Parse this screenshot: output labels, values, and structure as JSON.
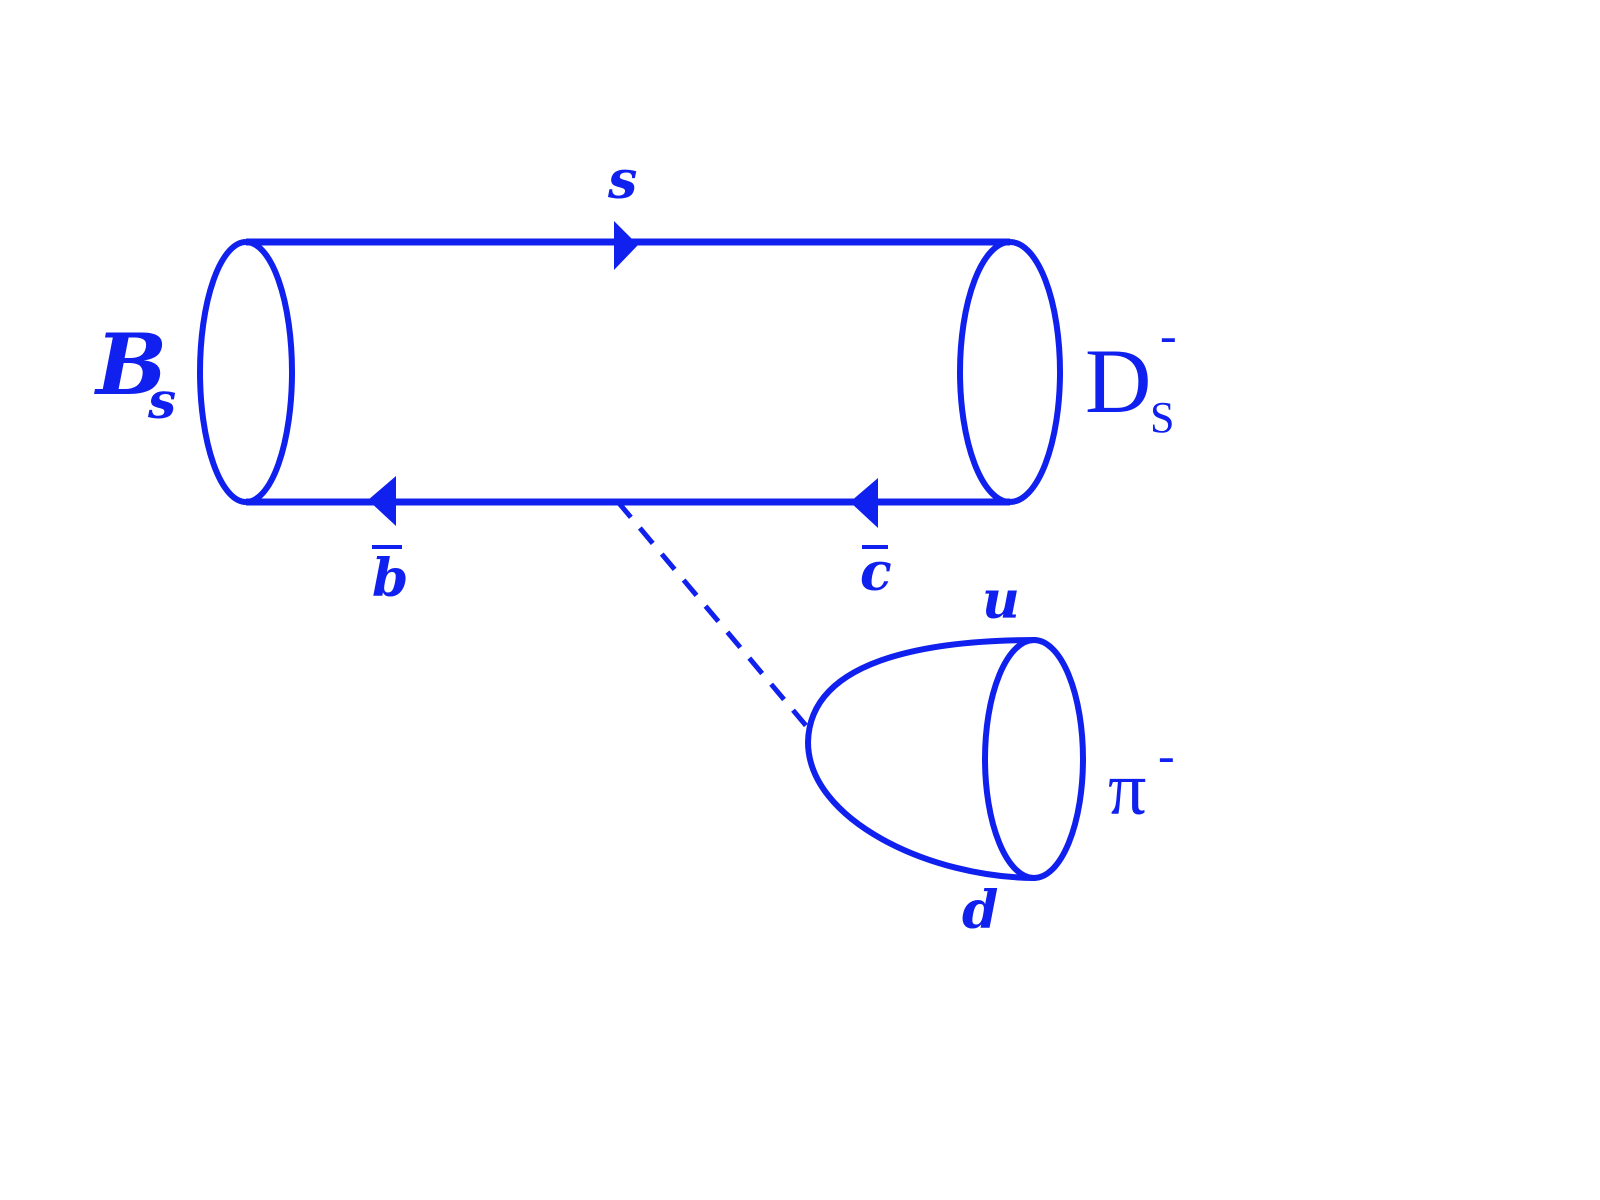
{
  "colors": {
    "ink": "#1020ee",
    "background": "#ffffff"
  },
  "labels": {
    "bs_main": "B",
    "bs_sub": "s",
    "ds_main": "D",
    "ds_sub": "S",
    "ds_sup": "-",
    "pi_main": "π",
    "pi_sup": "-",
    "quark_top": "s",
    "quark_bbar": "b",
    "quark_cbar": "c",
    "quark_u": "u",
    "quark_d": "d"
  }
}
